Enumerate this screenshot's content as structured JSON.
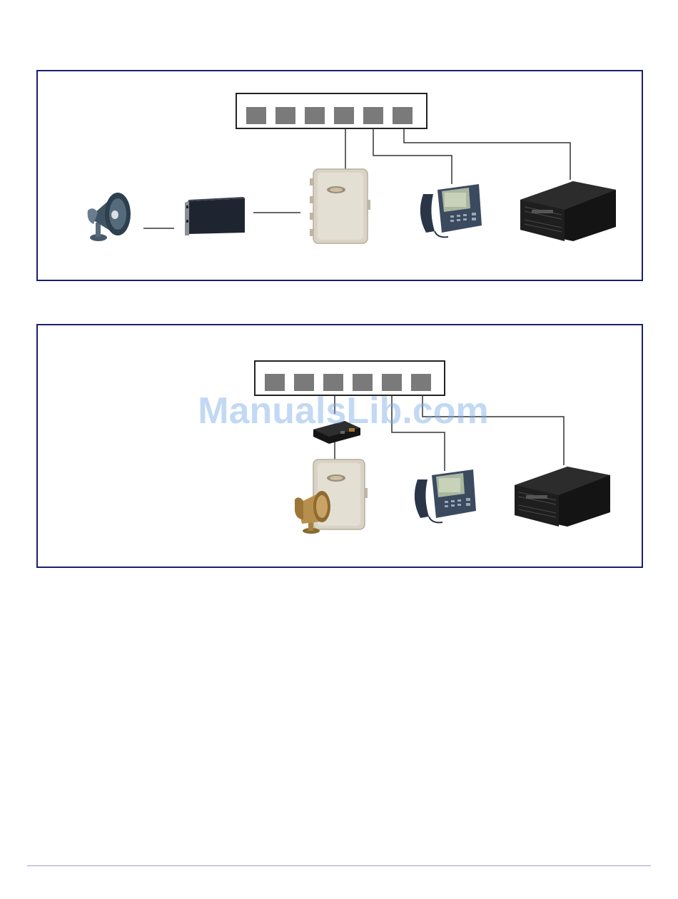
{
  "watermark": {
    "text": "ManualsLib.com"
  },
  "colors": {
    "frame": "#1b1f6e",
    "port": "#7a7a7a",
    "wire": "#333333",
    "footer_rule": "#9aa0c8"
  },
  "diagram_top": {
    "nodes": [
      {
        "id": "network-switch",
        "icon": "switch-icon"
      },
      {
        "id": "horn-speaker",
        "icon": "horn-speaker-icon"
      },
      {
        "id": "amplifier",
        "icon": "amplifier-icon"
      },
      {
        "id": "paging-server",
        "icon": "paging-server-icon"
      },
      {
        "id": "ip-phone",
        "icon": "ip-phone-icon"
      },
      {
        "id": "pbx-server",
        "icon": "rack-server-icon"
      }
    ],
    "switch_ports": 6
  },
  "diagram_bottom": {
    "nodes": [
      {
        "id": "network-switch",
        "icon": "switch-icon"
      },
      {
        "id": "poe-injector",
        "icon": "poe-injector-icon"
      },
      {
        "id": "paging-server",
        "icon": "paging-server-icon"
      },
      {
        "id": "cone-speaker",
        "icon": "cone-speaker-icon"
      },
      {
        "id": "ip-phone",
        "icon": "ip-phone-icon"
      },
      {
        "id": "pbx-server",
        "icon": "rack-server-icon"
      }
    ],
    "switch_ports": 6
  }
}
